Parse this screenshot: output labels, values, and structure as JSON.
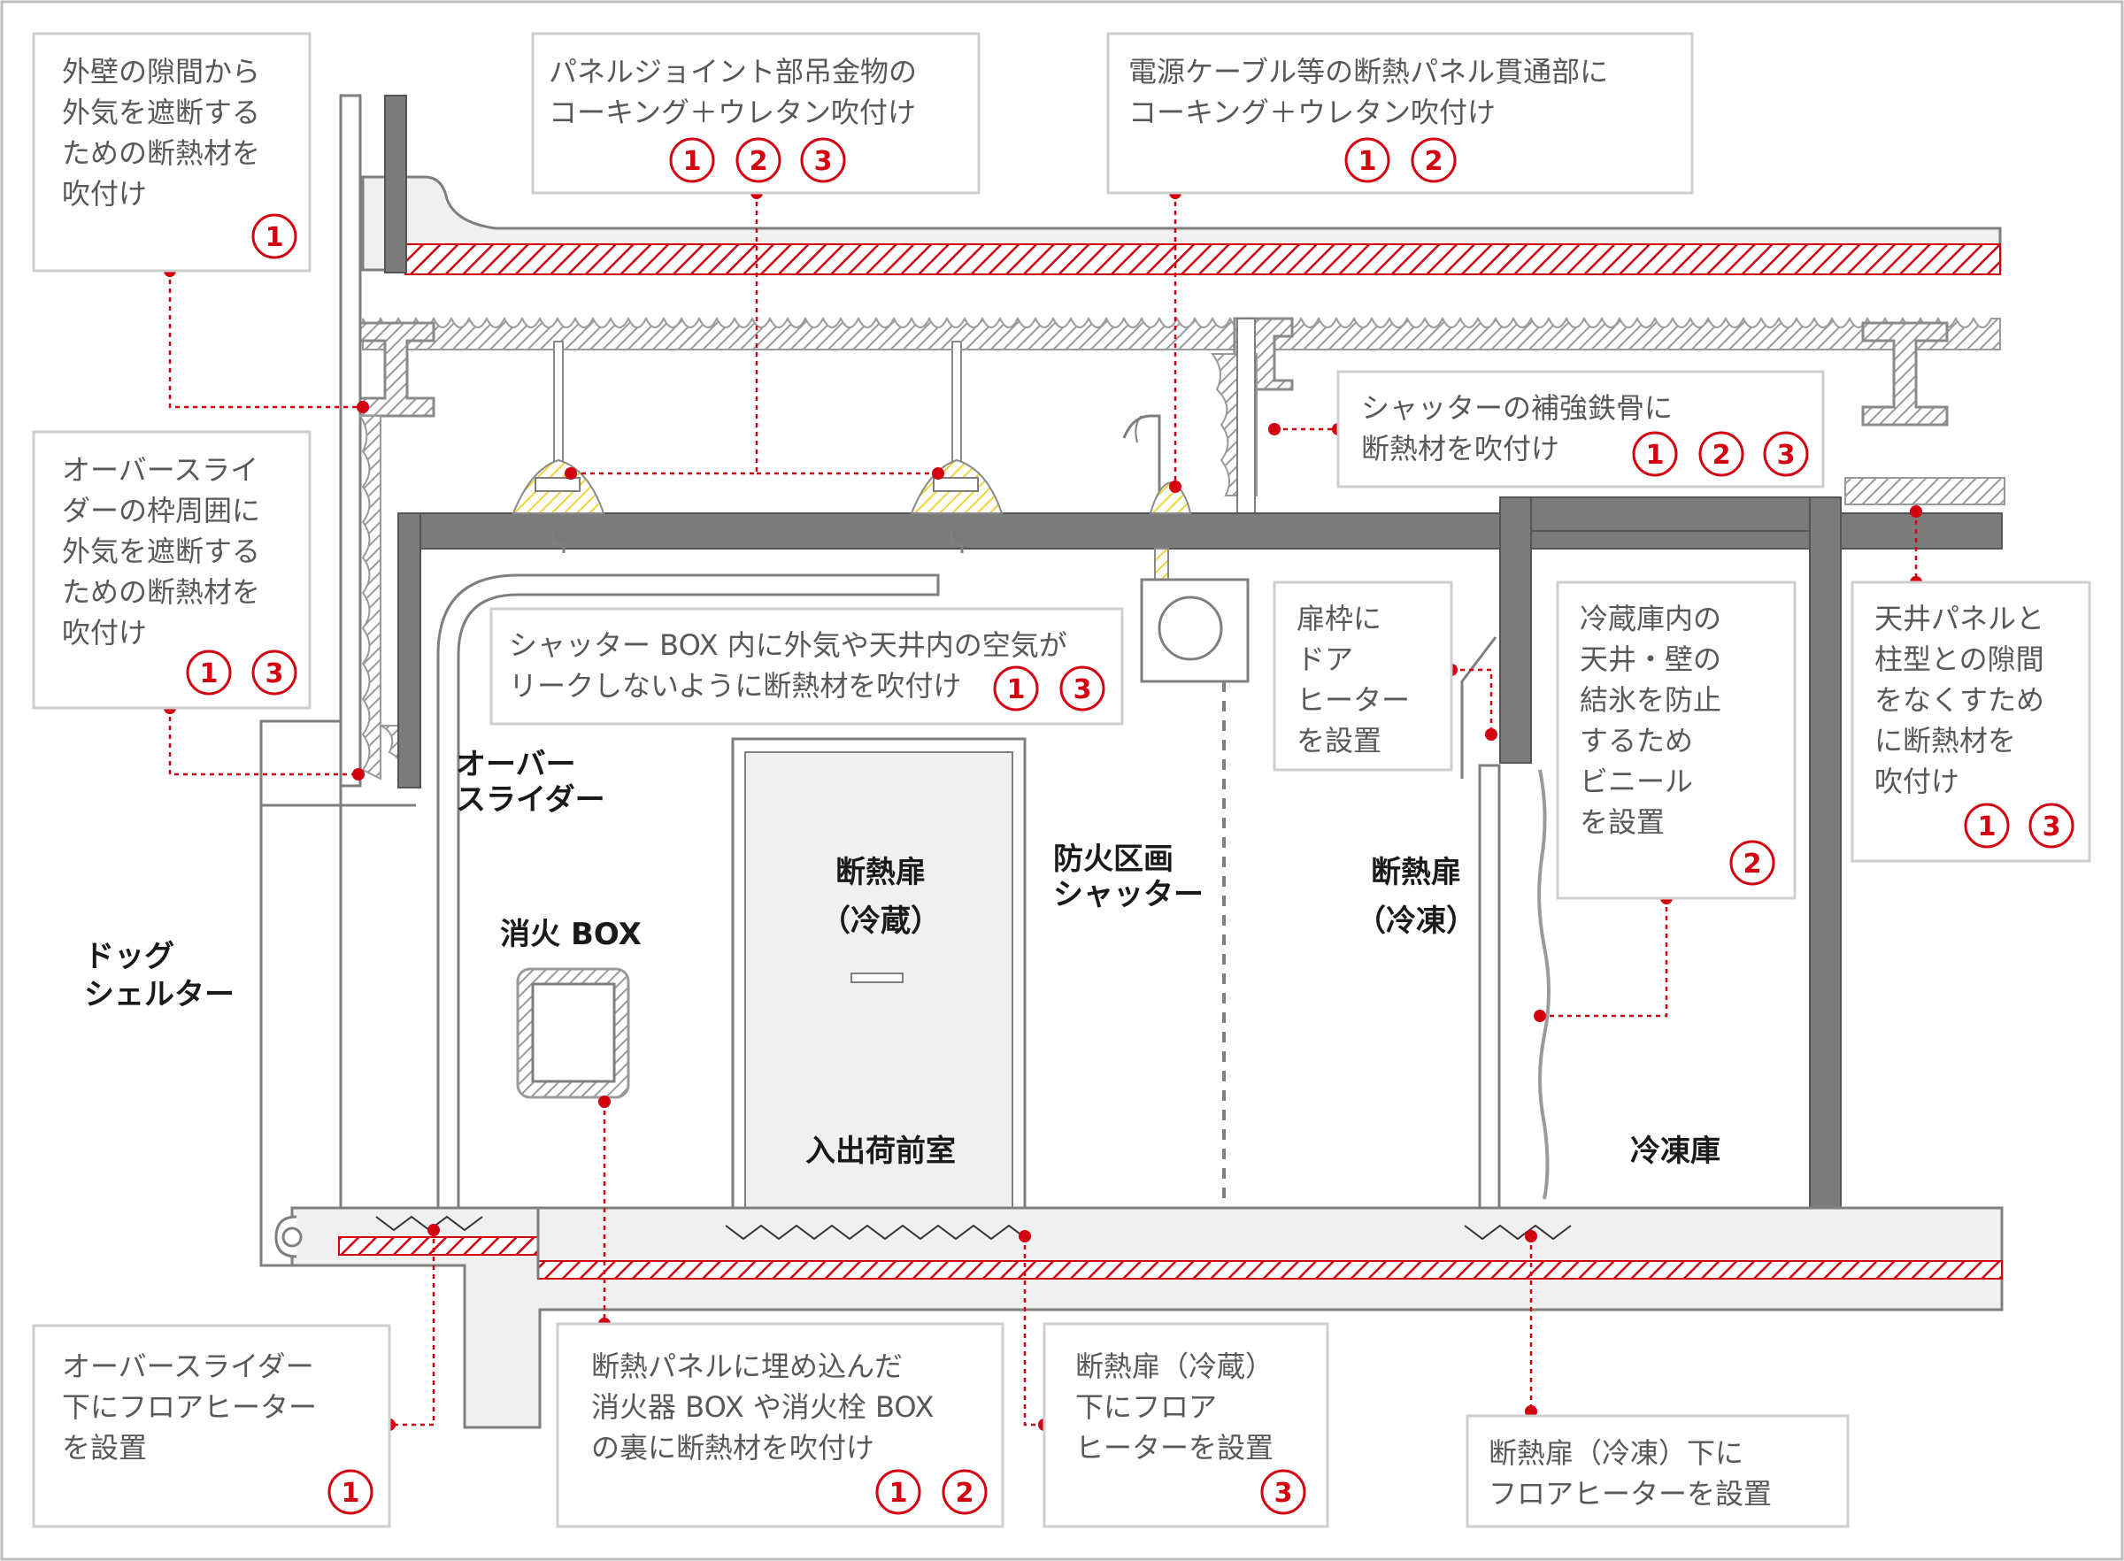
{
  "callouts": {
    "outer_wall_gap": {
      "lines": [
        "外壁の隙間から",
        "外気を遮断する",
        "ための断熱材を",
        "吹付け"
      ],
      "badges": [
        "1"
      ]
    },
    "panel_joint_hanger": {
      "lines": [
        "パネルジョイント部吊金物の",
        "コーキング＋ウレタン吹付け"
      ],
      "badges": [
        "1",
        "2",
        "3"
      ]
    },
    "cable_penetration": {
      "lines": [
        "電源ケーブル等の断熱パネル貫通部に",
        "コーキング＋ウレタン吹付け"
      ],
      "badges": [
        "1",
        "2"
      ]
    },
    "shutter_steel": {
      "lines": [
        "シャッターの補強鉄骨に",
        "断熱材を吹付け"
      ],
      "badges": [
        "1",
        "2",
        "3"
      ]
    },
    "overslider_frame": {
      "lines": [
        "オーバースライ",
        "ダーの枠周囲に",
        "外気を遮断する",
        "ための断熱材を",
        "吹付け"
      ],
      "badges": [
        "1",
        "3"
      ]
    },
    "shutter_box": {
      "lines": [
        "シャッター BOX 内に外気や天井内の空気が",
        "リークしないように断熱材を吹付け"
      ],
      "badges": [
        "1",
        "3"
      ]
    },
    "door_frame_heater": {
      "lines": [
        "扉枠に",
        "ドア",
        "ヒーター",
        "を設置"
      ],
      "badges": []
    },
    "vinyl": {
      "lines": [
        "冷蔵庫内の",
        "天井・壁の",
        "結氷を防止",
        "するため",
        "ビニール",
        "を設置"
      ],
      "badges": [
        "2"
      ]
    },
    "ceiling_column_gap": {
      "lines": [
        "天井パネルと",
        "柱型との隙間",
        "をなくすため",
        "に断熱材を",
        "吹付け"
      ],
      "badges": [
        "1",
        "3"
      ]
    },
    "overslider_floor_heater": {
      "lines": [
        "オーバースライダー",
        "下にフロアヒーター",
        "を設置"
      ],
      "badges": [
        "1"
      ]
    },
    "extinguisher_box": {
      "lines": [
        "断熱パネルに埋め込んだ",
        "消火器 BOX や消火栓 BOX",
        "の裏に断熱材を吹付け"
      ],
      "badges": [
        "1",
        "2"
      ]
    },
    "chill_door_heater": {
      "lines": [
        "断熱扉（冷蔵）",
        "下にフロア",
        "ヒーターを設置"
      ],
      "badges": [
        "3"
      ]
    },
    "freeze_door_heater": {
      "lines": [
        "断熱扉（冷凍）下に",
        "フロアヒーターを設置"
      ],
      "badges": []
    }
  },
  "labels": {
    "over_slider": [
      "オーバー",
      "スライダー"
    ],
    "dock_shelter": [
      "ドッグ",
      "シェルター"
    ],
    "fire_box": "消火 BOX",
    "chill_door": [
      "断熱扉",
      "（冷蔵）"
    ],
    "anteroom": "入出荷前室",
    "fire_shutter": [
      "防火区画",
      "シャッター"
    ],
    "freeze_door": [
      "断熱扉",
      "（冷凍）"
    ],
    "freezer": "冷凍庫"
  },
  "colors": {
    "accent_red": "#d3000f",
    "structure_gray": "#7b7b7b",
    "concrete_fill": "#f0f0f0",
    "line_gray": "#7f7f7f",
    "foam_gray": "#b3b3b3",
    "foam_yellow": "#f0d43c",
    "callout_border": "#cfcfcf"
  }
}
